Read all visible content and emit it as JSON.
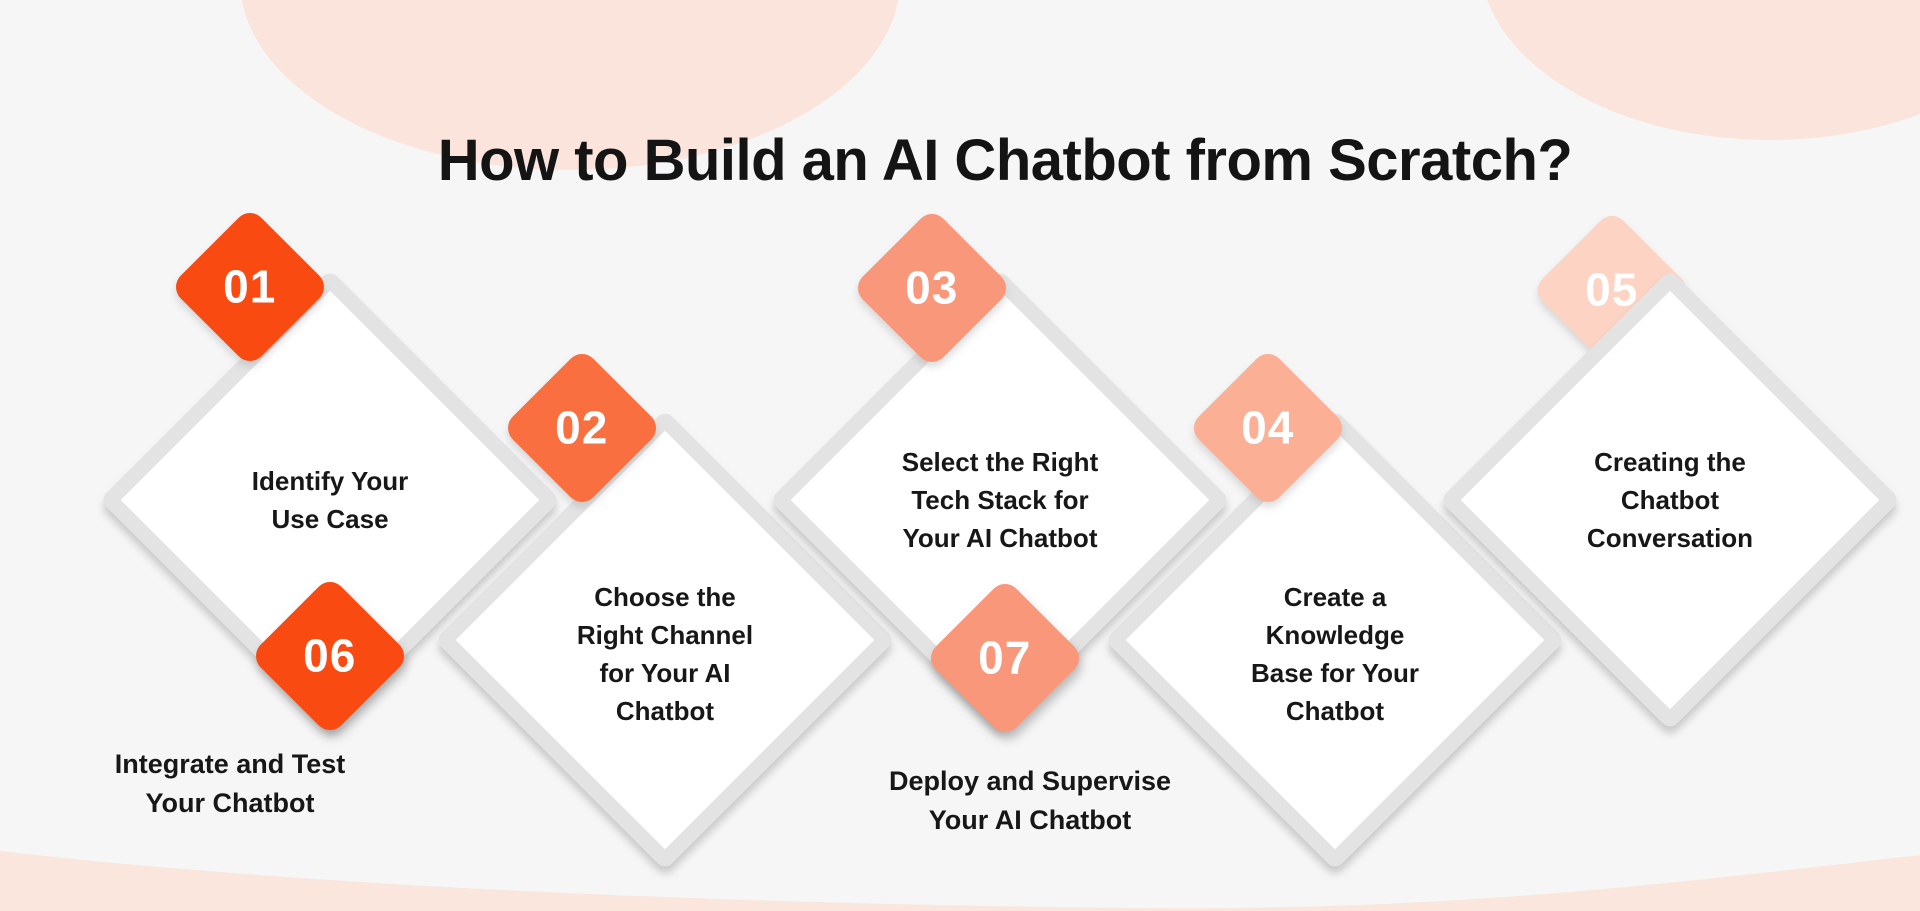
{
  "title": "How to Build an AI Chatbot from Scratch?",
  "palette": {
    "background": "#f6f6f6",
    "blob_pink": "#fae4db",
    "wave_pink": "#fbe6de",
    "diamond_border": "#e3e3e3",
    "text": "#171717",
    "number_text": "#ffffff"
  },
  "steps": [
    {
      "number": "01",
      "color": "#f94a12",
      "label_lines": [
        "Identify Your",
        "Use Case"
      ]
    },
    {
      "number": "02",
      "color": "#f96f3f",
      "label_lines": [
        "Choose the",
        "Right Channel",
        "for Your AI",
        "Chatbot"
      ]
    },
    {
      "number": "03",
      "color": "#f9977b",
      "label_lines": [
        "Select the Right",
        "Tech Stack for",
        "Your AI Chatbot"
      ]
    },
    {
      "number": "04",
      "color": "#fbb096",
      "label_lines": [
        "Create a",
        "Knowledge",
        "Base for Your",
        "Chatbot"
      ]
    },
    {
      "number": "05",
      "color": "#fdd3c3",
      "label_lines": [
        "Creating the",
        "Chatbot",
        "Conversation"
      ]
    },
    {
      "number": "06",
      "color": "#f94a12",
      "label_lines": [
        "Integrate and Test",
        "Your Chatbot"
      ]
    },
    {
      "number": "07",
      "color": "#f9977b",
      "label_lines": [
        "Deploy and Supervise",
        "Your AI Chatbot"
      ]
    }
  ]
}
